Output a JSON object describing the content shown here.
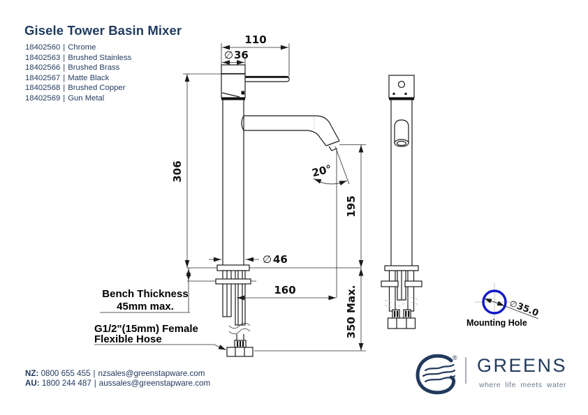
{
  "header": {
    "title": "Gisele Tower Basin Mixer"
  },
  "product_separator": "|",
  "products": [
    {
      "code": "18402560",
      "finish": "Chrome"
    },
    {
      "code": "18402563",
      "finish": "Brushed Stainless"
    },
    {
      "code": "18402566",
      "finish": "Brushed Brass"
    },
    {
      "code": "18402567",
      "finish": "Matte Black"
    },
    {
      "code": "18402568",
      "finish": "Brushed Copper"
    },
    {
      "code": "18402569",
      "finish": "Gun Metal"
    }
  ],
  "dims": {
    "dia_symbol": "∅",
    "handle_length": "110",
    "top_dia": "36",
    "height": "306",
    "angle": "20°",
    "outlet_height": "195",
    "body_dia": "46",
    "reach": "160",
    "max_height": "350 Max.",
    "bench_1": "Bench Thickness",
    "bench_2": "45mm max.",
    "hose_1": "G1/2\"(15mm) Female",
    "hose_2": "Flexible Hose",
    "mount_label": "Mounting Hole",
    "mount_dia": "35.0"
  },
  "footer": {
    "separator": "|",
    "nz": {
      "label": "NZ:",
      "phone": "0800 655 455",
      "email": "nzsales@greenstapware.com"
    },
    "au": {
      "label": "AU:",
      "phone": "1800 244 487",
      "email": "aussales@greenstapware.com"
    }
  },
  "brand": {
    "name": "GREENS",
    "tagline": "where life meets water",
    "registered": "®"
  },
  "colors": {
    "navy_text": "#1e3a5f",
    "drawing_line": "#1b1b1b",
    "mounting_hole_blue": "#1016c8",
    "tagline_gray": "#6e7b8c"
  }
}
